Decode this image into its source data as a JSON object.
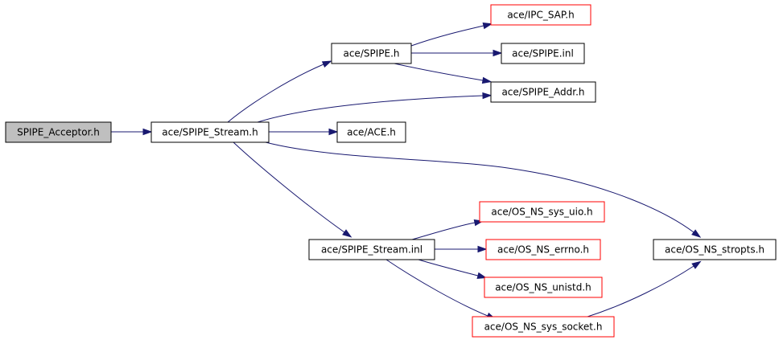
{
  "colors": {
    "edge": "#191970",
    "node_border": "#000000",
    "node_border_truncated": "#ff0000",
    "root_fill": "#bfbfbf"
  },
  "nodes": [
    {
      "id": "spipe_acceptor_h",
      "label": "SPIPE_Acceptor.h",
      "root": true,
      "truncated": false
    },
    {
      "id": "spipe_stream_h",
      "label": "ace/SPIPE_Stream.h",
      "truncated": false
    },
    {
      "id": "spipe_h",
      "label": "ace/SPIPE.h",
      "truncated": false
    },
    {
      "id": "ipc_sap_h",
      "label": "ace/IPC_SAP.h",
      "truncated": true
    },
    {
      "id": "spipe_inl",
      "label": "ace/SPIPE.inl",
      "truncated": false
    },
    {
      "id": "spipe_addr_h",
      "label": "ace/SPIPE_Addr.h",
      "truncated": false
    },
    {
      "id": "ace_h",
      "label": "ace/ACE.h",
      "truncated": false
    },
    {
      "id": "os_ns_sys_uio_h",
      "label": "ace/OS_NS_sys_uio.h",
      "truncated": true
    },
    {
      "id": "spipe_stream_inl",
      "label": "ace/SPIPE_Stream.inl",
      "truncated": false
    },
    {
      "id": "os_ns_errno_h",
      "label": "ace/OS_NS_errno.h",
      "truncated": true
    },
    {
      "id": "os_ns_stropts_h",
      "label": "ace/OS_NS_stropts.h",
      "truncated": false
    },
    {
      "id": "os_ns_unistd_h",
      "label": "ace/OS_NS_unistd.h",
      "truncated": true
    },
    {
      "id": "os_ns_sys_socket_h",
      "label": "ace/OS_NS_sys_socket.h",
      "truncated": true
    }
  ],
  "edges": [
    {
      "from": "spipe_acceptor_h",
      "to": "spipe_stream_h"
    },
    {
      "from": "spipe_stream_h",
      "to": "spipe_h"
    },
    {
      "from": "spipe_stream_h",
      "to": "spipe_addr_h"
    },
    {
      "from": "spipe_stream_h",
      "to": "ace_h"
    },
    {
      "from": "spipe_stream_h",
      "to": "os_ns_stropts_h"
    },
    {
      "from": "spipe_stream_h",
      "to": "spipe_stream_inl"
    },
    {
      "from": "spipe_h",
      "to": "ipc_sap_h"
    },
    {
      "from": "spipe_h",
      "to": "spipe_inl"
    },
    {
      "from": "spipe_h",
      "to": "spipe_addr_h"
    },
    {
      "from": "spipe_stream_inl",
      "to": "os_ns_sys_uio_h"
    },
    {
      "from": "spipe_stream_inl",
      "to": "os_ns_errno_h"
    },
    {
      "from": "spipe_stream_inl",
      "to": "os_ns_unistd_h"
    },
    {
      "from": "spipe_stream_inl",
      "to": "os_ns_sys_socket_h"
    },
    {
      "from": "os_ns_sys_socket_h",
      "to": "os_ns_stropts_h"
    }
  ]
}
